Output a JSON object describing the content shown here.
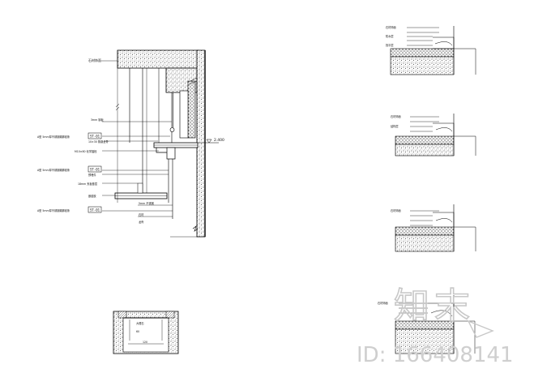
{
  "drawing": {
    "main_section": {
      "top_label": "石材饰面",
      "left_notes": [
        "A型 5mm厚不锈钢踢脚线条",
        "A型 5mm厚不锈钢踢脚线条",
        "A型 5mm厚不锈钢踢脚线条"
      ],
      "tags": [
        "ST-01",
        "ST-01",
        "ST-01"
      ],
      "mid_labels": [
        "3mm 钢板",
        "10×30 角钢龙骨",
        "M10×80 化学锚栓",
        "预埋件",
        "18mm 夹板基层",
        "嵌缝胶",
        "5mm 不锈钢"
      ],
      "side_labels": [
        "石材",
        "龙骨"
      ],
      "level": "2.400"
    },
    "detail_labels": [
      "石材饰面",
      "防水层",
      "找平层",
      "结构层"
    ],
    "small_plan": {
      "labels": [
        "大理石",
        "60",
        "120"
      ]
    },
    "watermark": {
      "brand": "知末",
      "id_text": "ID: 166408141"
    }
  }
}
